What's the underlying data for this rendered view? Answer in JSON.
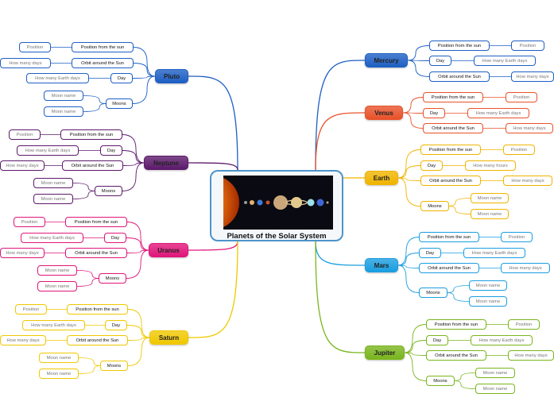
{
  "center_title": "Planets of the Solar System",
  "planets": [
    {
      "name": "Mercury",
      "color": "#1e5fc4",
      "pos": "Position from the sun",
      "pos_val": "Position",
      "day": "Day",
      "day_val": "How many Earth days",
      "orbit": "Orbit around the Sun",
      "orbit_val": "How  many days"
    },
    {
      "name": "Venus",
      "color": "#e8522a",
      "pos": "Position from the sun",
      "pos_val": "Position",
      "day": "Day",
      "day_val": "How many Earth days",
      "orbit": "Orbit around the Sun",
      "orbit_val": "How  many days"
    },
    {
      "name": "Earth",
      "color": "#f0b400",
      "pos": "Position from the sun",
      "pos_val": "Position",
      "day": "Day",
      "day_val": "How many hours",
      "orbit": "Orbit around the Sun",
      "orbit_val": "How  many days",
      "moons": "Moons",
      "moon_vals": [
        "Moon name",
        "Moon name"
      ]
    },
    {
      "name": "Mars",
      "color": "#1a9ee0",
      "pos": "Position from the sun",
      "pos_val": "Position",
      "day": "Day",
      "day_val": "How many Earth days",
      "orbit": "Orbit around the Sun",
      "orbit_val": "How  many days",
      "moons": "Moons",
      "moon_vals": [
        "Moon name",
        "Moon name"
      ]
    },
    {
      "name": "Jupiter",
      "color": "#7ab51d",
      "pos": "Position from the sun",
      "pos_val": "Position",
      "day": "Day",
      "day_val": "How many Earth days",
      "orbit": "Orbit around the Sun",
      "orbit_val": "How  many days",
      "moons": "Moons",
      "moon_vals": [
        "Moon name",
        "Moon name"
      ]
    },
    {
      "name": "Pluto",
      "color": "#1e5fc4",
      "pos": "Position from the sun",
      "pos_val": "Position",
      "orbit": "Orbit around the Sun",
      "orbit_val": "How   many days",
      "day": "Day",
      "day_val": "How many Earth days",
      "moons": "Moons",
      "moon_vals": [
        "Moon name",
        "Moon name"
      ]
    },
    {
      "name": "Neptune",
      "color": "#5c1a6b",
      "pos": "Position from the sun",
      "pos_val": "Position",
      "day": "Day",
      "day_val": "How many Earth days",
      "orbit": "Orbit around the Sun",
      "orbit_val": "How   many days",
      "moons": "Moons",
      "moon_vals": [
        "Moon name",
        "Moon name"
      ]
    },
    {
      "name": "Uranus",
      "color": "#e0157a",
      "pos": "Position from the sun",
      "pos_val": "Position",
      "day": "Day",
      "day_val": "How many Earth days",
      "orbit": "Orbit around the Sun",
      "orbit_val": "How   many days",
      "moons": "Moons",
      "moon_vals": [
        "Moon name",
        "Moon name"
      ]
    },
    {
      "name": "Saturn",
      "color": "#f0c800",
      "pos": "Position from the sun",
      "pos_val": "Position",
      "day": "Day",
      "day_val": "How many Earth days",
      "orbit": "Orbit around the Sun",
      "orbit_val": "How   many days",
      "moons": "Moons",
      "moon_vals": [
        "Moon name",
        "Moon name"
      ]
    }
  ]
}
